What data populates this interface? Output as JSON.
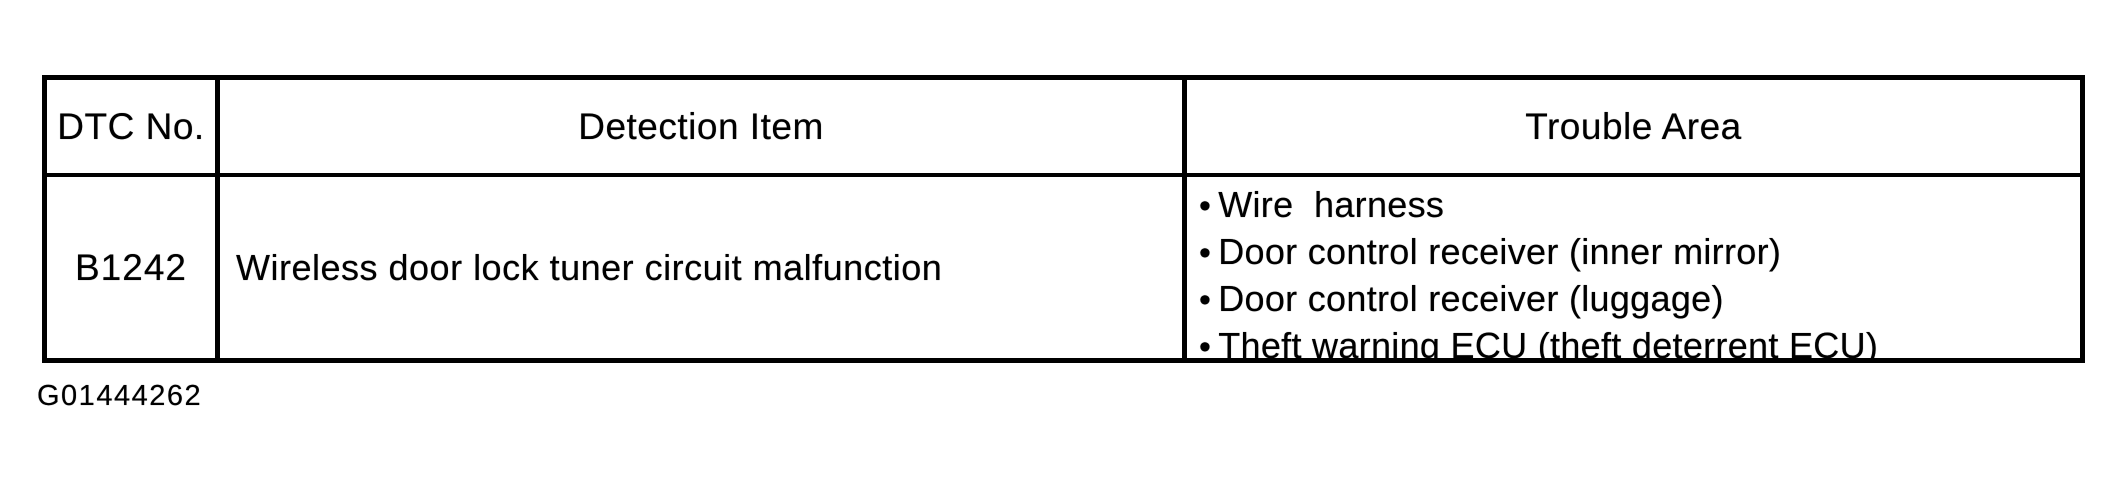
{
  "table": {
    "headers": {
      "dtc_no": "DTC No.",
      "detection_item": "Detection Item",
      "trouble_area": "Trouble Area"
    },
    "row": {
      "dtc_no": "B1242",
      "detection_item": "Wireless door lock tuner circuit malfunction",
      "trouble_areas": [
        "Wire  harness",
        "Door control receiver (inner mirror)",
        "Door control receiver (luggage)",
        "Theft warning ECU (theft deterrent ECU)"
      ]
    }
  },
  "glyphs": {
    "bullet": "•"
  },
  "figure_id": "G01444262",
  "colors": {
    "ink": "#000000",
    "paper": "#ffffff"
  }
}
